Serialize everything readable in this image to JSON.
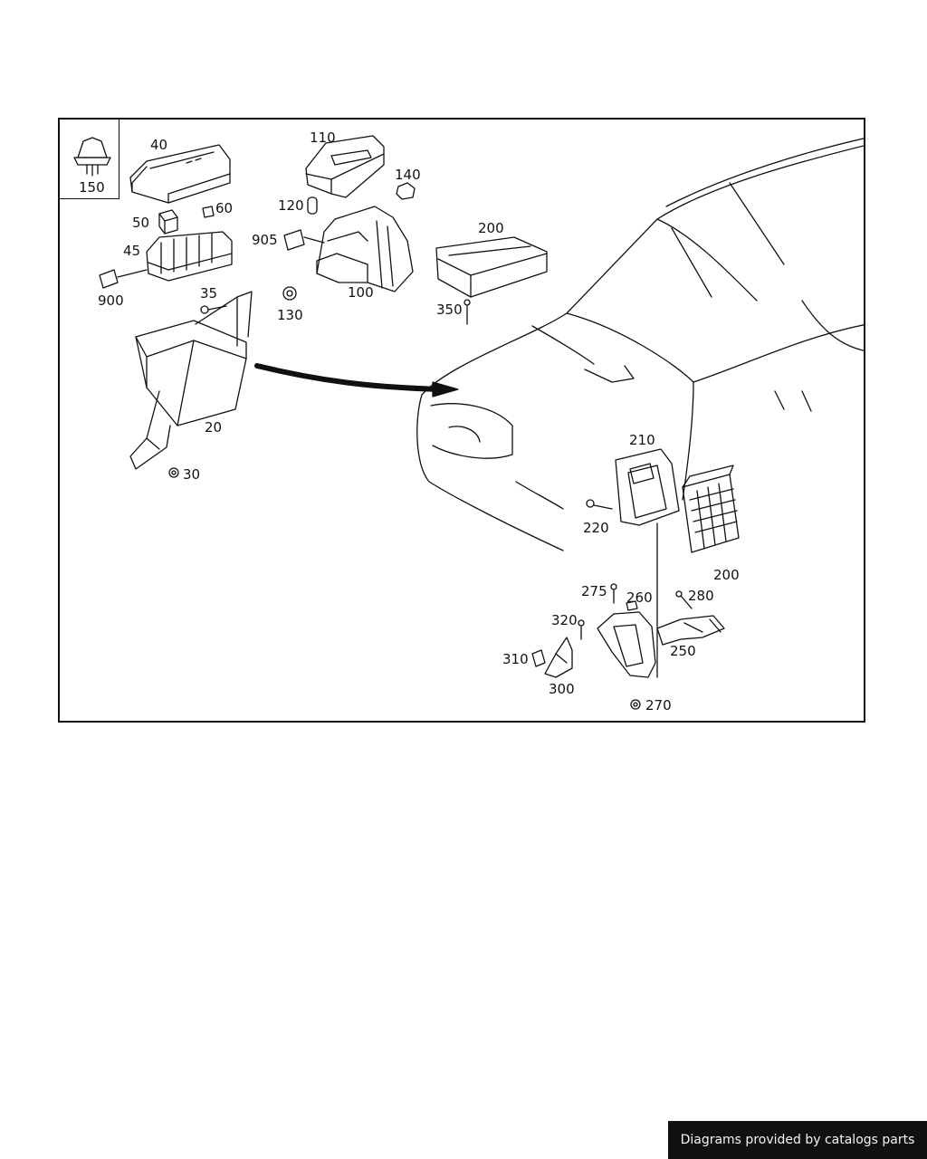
{
  "diagram": {
    "callouts": [
      "150",
      "40",
      "110",
      "140",
      "120",
      "60",
      "50",
      "905",
      "200",
      "45",
      "900",
      "100",
      "35",
      "130",
      "350",
      "20",
      "30",
      "210",
      "220",
      "200",
      "275",
      "260",
      "280",
      "320",
      "310",
      "250",
      "300",
      "270"
    ]
  },
  "footer": {
    "text": "Diagrams provided by catalogs parts"
  },
  "colors": {
    "line": "#111111",
    "footer_bg": "#111111",
    "footer_text": "#f5f5f5"
  }
}
